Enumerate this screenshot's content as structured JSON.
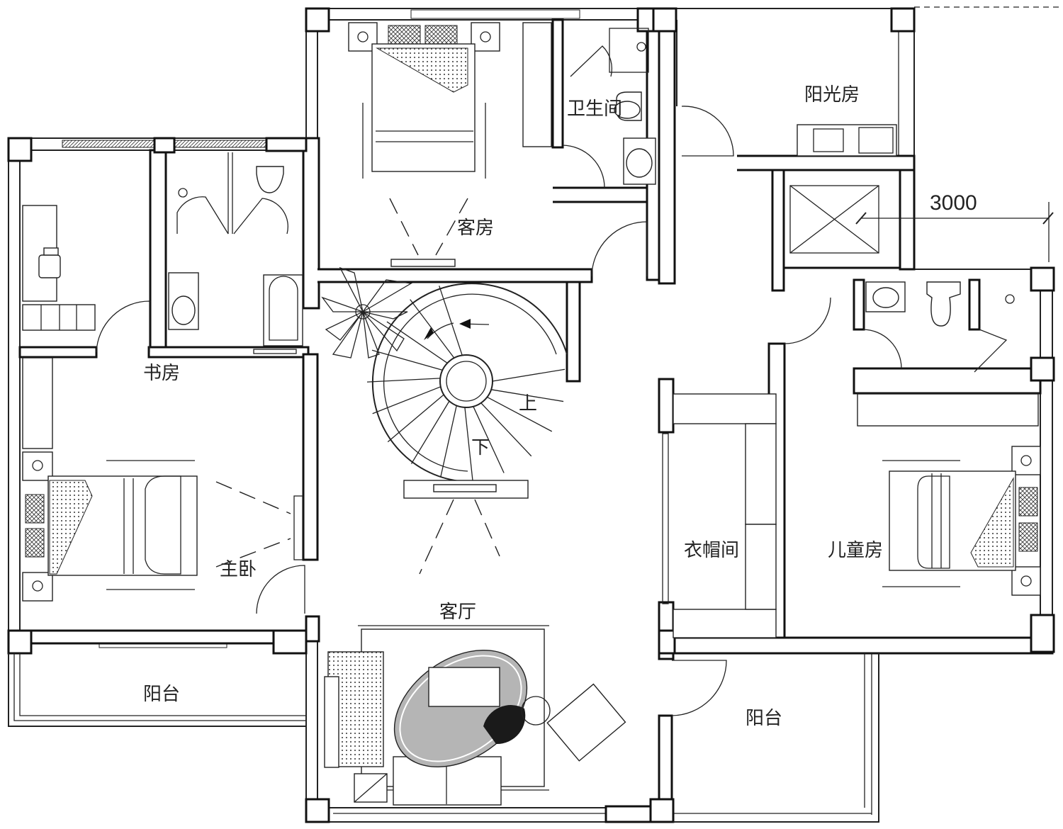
{
  "rooms": {
    "guest_room": "客房",
    "bathroom": "卫生间",
    "sunroom": "阳光房",
    "study": "书房",
    "master_bedroom": "主卧",
    "living_room": "客厅",
    "cloakroom": "衣帽间",
    "kids_room": "儿童房",
    "balcony_left": "阳台",
    "balcony_right": "阳台"
  },
  "stairs": {
    "up": "上",
    "down": "下"
  },
  "dimension": "3000",
  "colors": {
    "wall": "#111111",
    "background": "#ffffff",
    "rug_gray": "#b5b5b5",
    "dark": "#1a1a1a"
  }
}
